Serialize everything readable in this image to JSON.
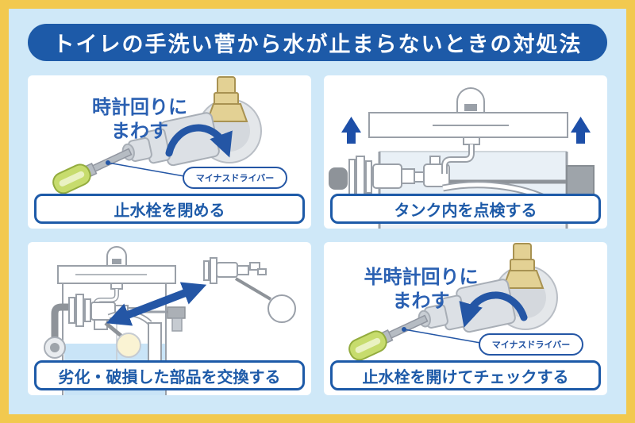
{
  "header": {
    "title": "トイレの手洗い菅から水が止まらないときの対処法"
  },
  "panels": [
    {
      "caption": "止水栓を閉める",
      "rotate_line1": "時計回りに",
      "rotate_line2": "まわす",
      "tool_label": "マイナスドライバー"
    },
    {
      "caption": "タンク内を点検する"
    },
    {
      "caption": "劣化・破損した部品を交換する"
    },
    {
      "caption": "止水栓を開けてチェックする",
      "rotate_line1": "半時計回りに",
      "rotate_line2": "まわす",
      "tool_label": "マイナスドライバー"
    }
  ],
  "colors": {
    "frame_yellow": "#F2C94F",
    "background_blue": "#CFE8F8",
    "primary_blue": "#1D5AA8",
    "label_blue": "#2A60B2",
    "arrow_blue": "#2456A5",
    "panel_white": "#FFFFFF",
    "outline_gray": "#9AA0A8",
    "metal_gray": "#DCE0E5",
    "brass_tan": "#E3D194",
    "screwdriver_green": "#C7DC6D",
    "float_yellow": "#FAF3D3",
    "water_blue": "#C9E4F7",
    "tank_interior": "#E9F0F6"
  }
}
